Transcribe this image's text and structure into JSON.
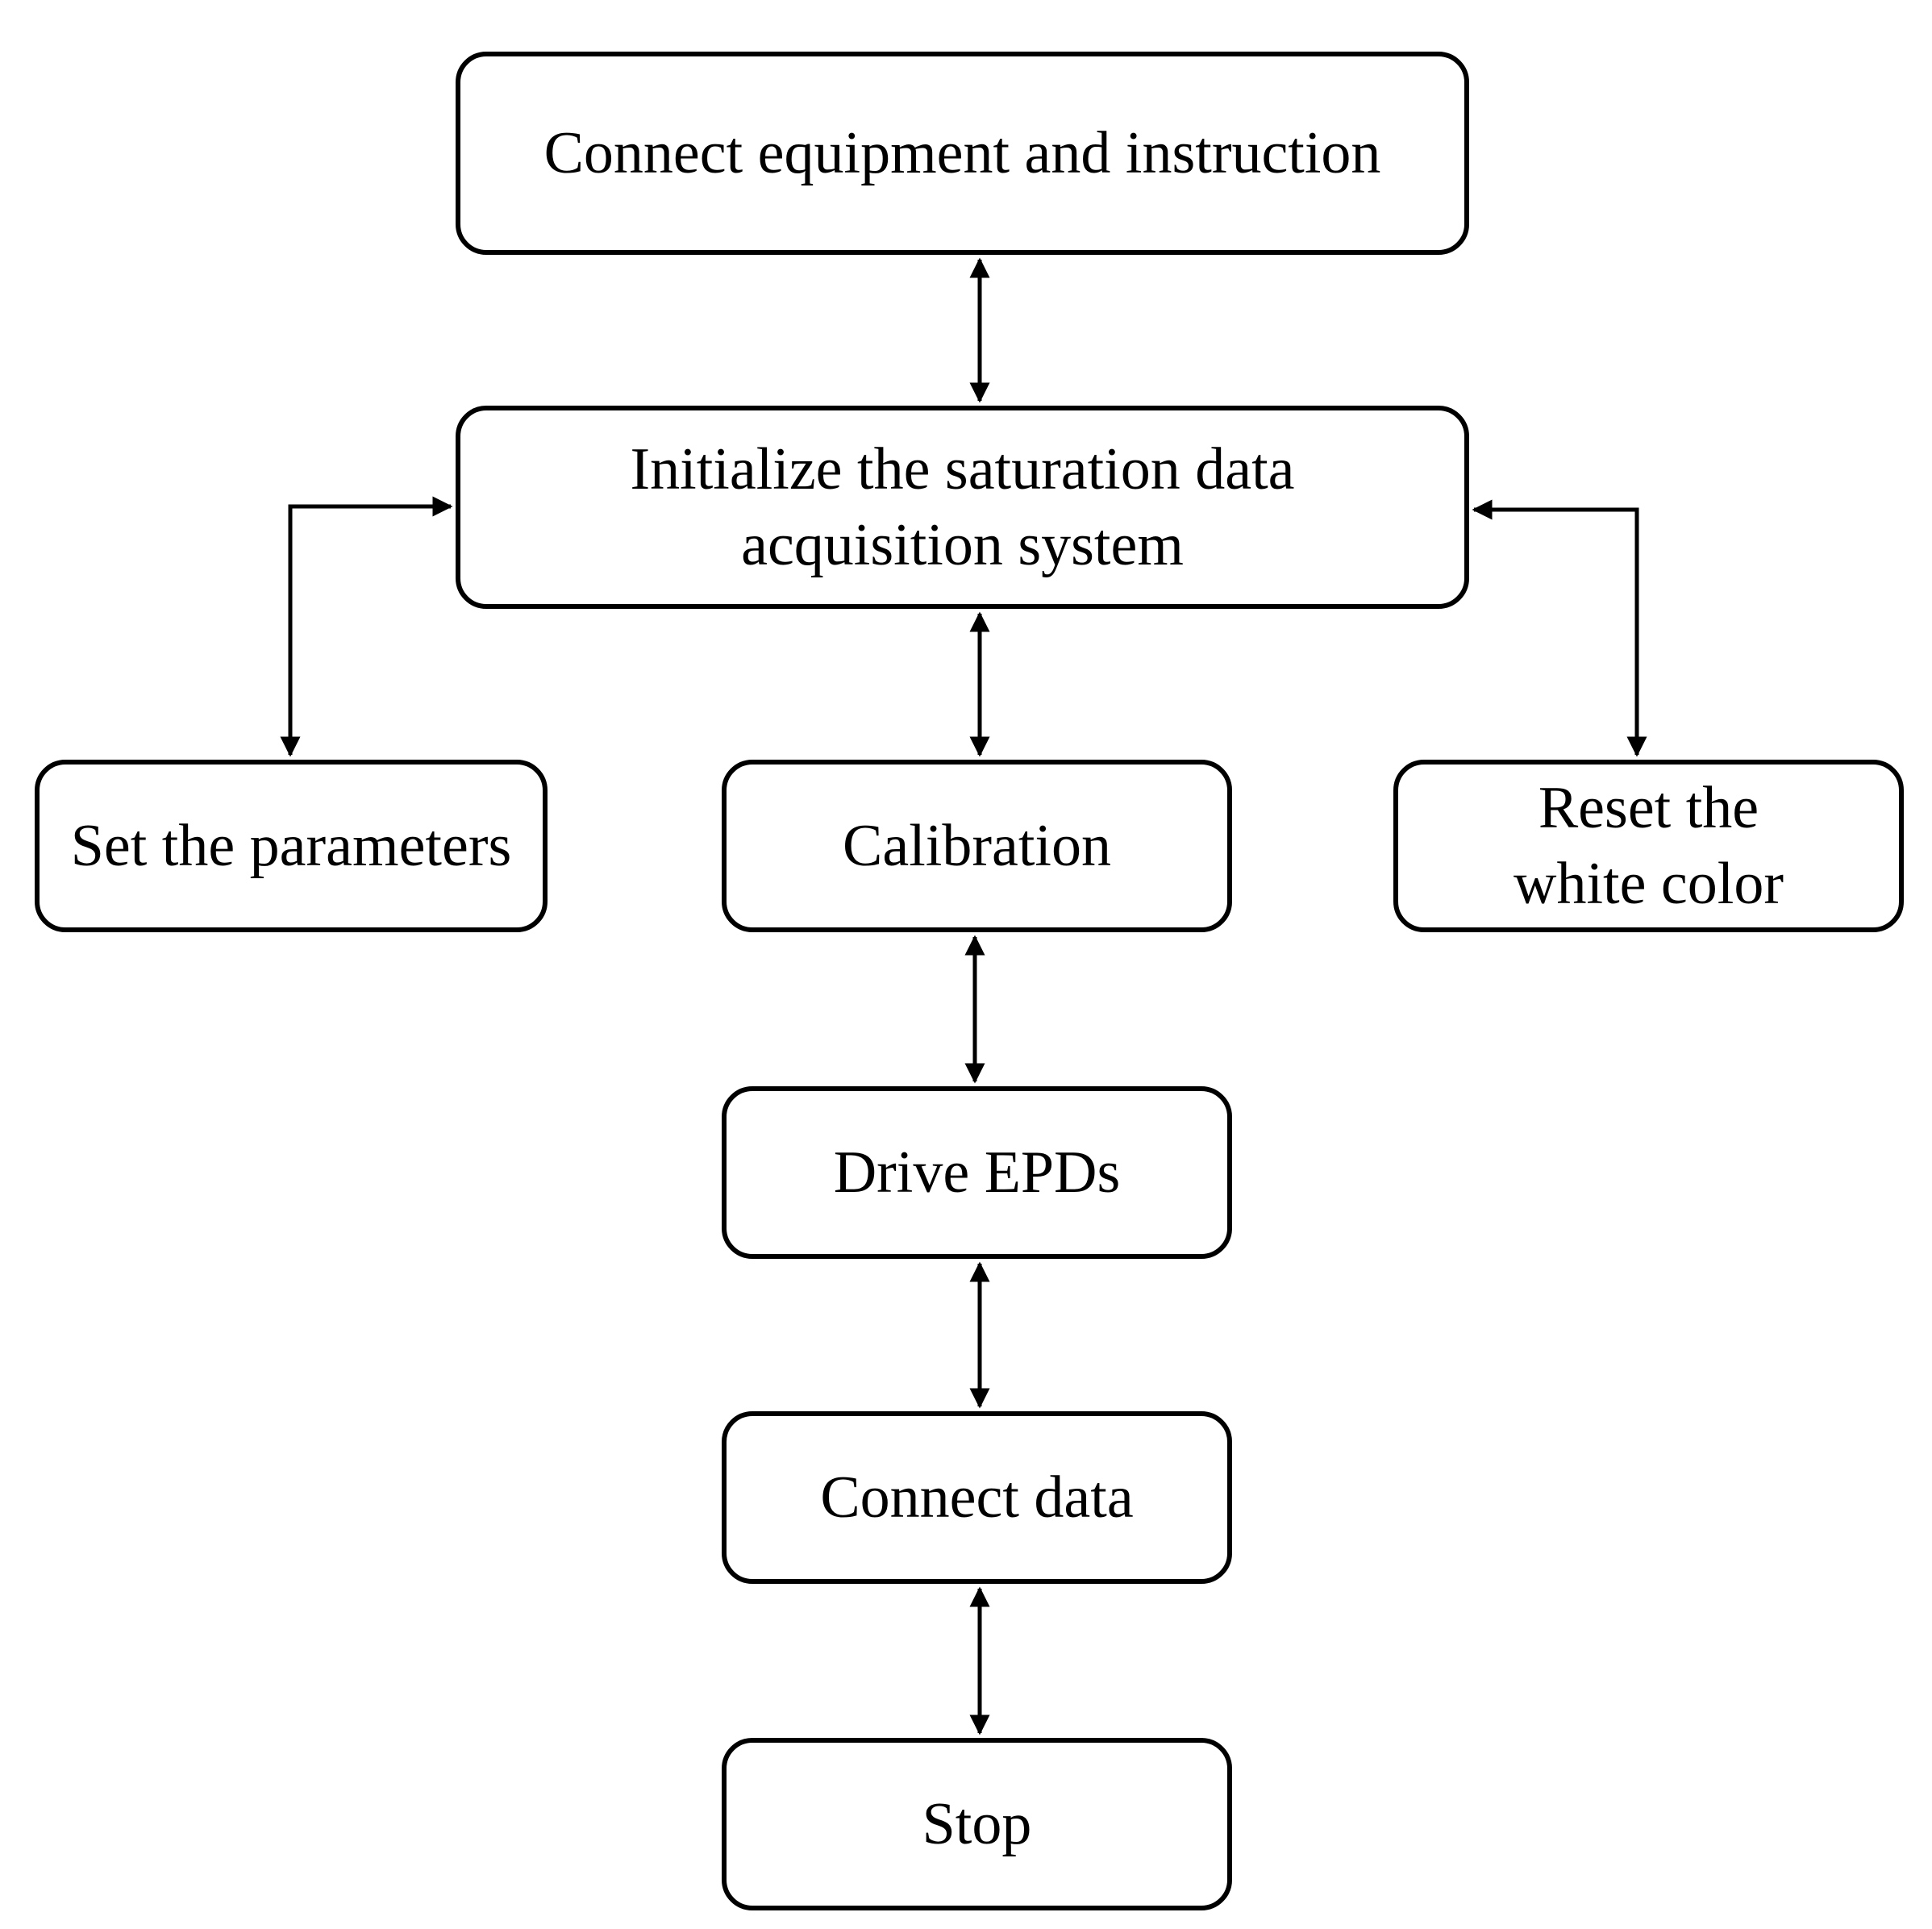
{
  "diagram": {
    "type": "flowchart",
    "nodes": {
      "connect_equipment": {
        "line1": "Connect equipment and instruction"
      },
      "initialize": {
        "line1": "Initialize the saturation data",
        "line2": "acquisition system"
      },
      "set_parameters": {
        "line1": "Set the parameters"
      },
      "calibration": {
        "line1": "Calibration"
      },
      "reset_white": {
        "line1": "Reset the",
        "line2": "white color"
      },
      "drive_epds": {
        "line1": "Drive EPDs"
      },
      "connect_data": {
        "line1": "Connect data"
      },
      "stop": {
        "line1": "Stop"
      }
    },
    "edges": [
      {
        "from": "Connect equipment and instruction",
        "to": "Initialize the saturation data acquisition system",
        "direction": "bidirectional"
      },
      {
        "from": "Initialize the saturation data acquisition system",
        "to": "Set the parameters",
        "direction": "bidirectional"
      },
      {
        "from": "Initialize the saturation data acquisition system",
        "to": "Calibration",
        "direction": "bidirectional"
      },
      {
        "from": "Initialize the saturation data acquisition system",
        "to": "Reset the white color",
        "direction": "bidirectional"
      },
      {
        "from": "Calibration",
        "to": "Drive EPDs",
        "direction": "bidirectional"
      },
      {
        "from": "Drive EPDs",
        "to": "Connect data",
        "direction": "bidirectional"
      },
      {
        "from": "Connect data",
        "to": "Stop",
        "direction": "bidirectional"
      }
    ]
  }
}
